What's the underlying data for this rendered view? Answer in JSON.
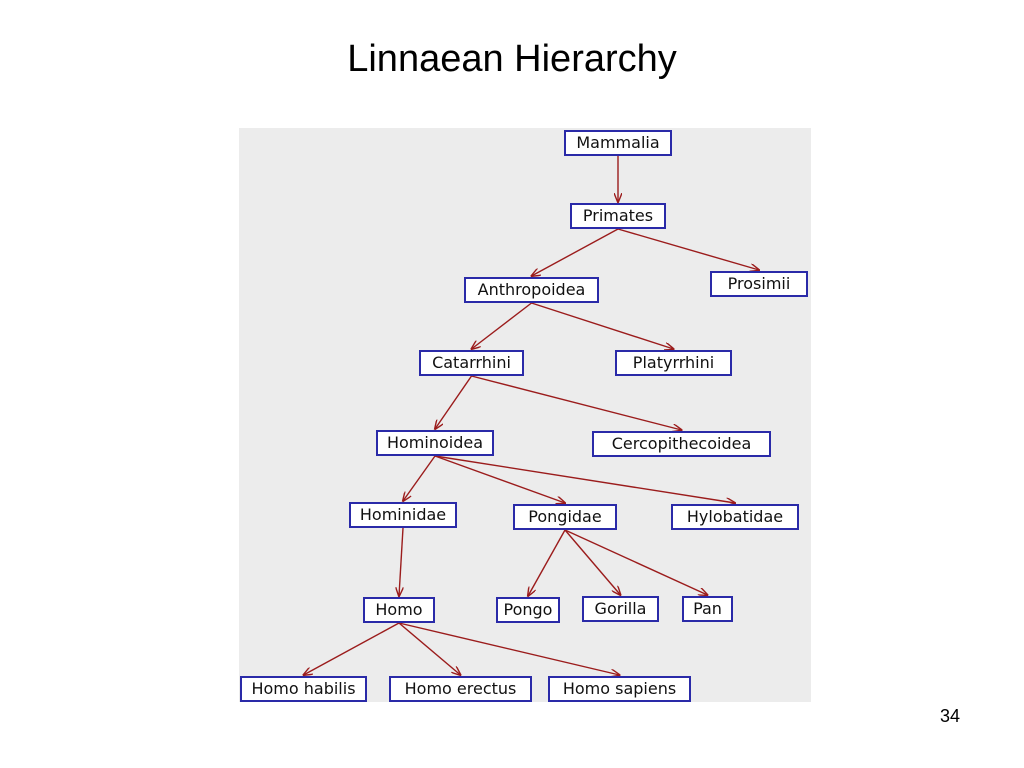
{
  "slide": {
    "title": "Linnaean Hierarchy",
    "page_number": "34"
  },
  "colors": {
    "panel_background": "#ececec",
    "node_border": "#2a2aa8",
    "arrow": "#9b1c1c"
  },
  "taxa": {
    "mammalia": "Mammalia",
    "primates": "Primates",
    "anthropoidea": "Anthropoidea",
    "prosimii": "Prosimii",
    "catarrhini": "Catarrhini",
    "platyrrhini": "Platyrrhini",
    "hominoidea": "Hominoidea",
    "cercopithecoidea": "Cercopithecoidea",
    "hominidae": "Hominidae",
    "pongidae": "Pongidae",
    "hylobatidae": "Hylobatidae",
    "homo": "Homo",
    "pongo": "Pongo",
    "gorilla": "Gorilla",
    "pan": "Pan",
    "homo_habilis": "Homo habilis",
    "homo_erectus": "Homo erectus",
    "homo_sapiens": "Homo sapiens"
  },
  "edges": [
    [
      "mammalia",
      "primates"
    ],
    [
      "primates",
      "anthropoidea"
    ],
    [
      "primates",
      "prosimii"
    ],
    [
      "anthropoidea",
      "catarrhini"
    ],
    [
      "anthropoidea",
      "platyrrhini"
    ],
    [
      "catarrhini",
      "hominoidea"
    ],
    [
      "catarrhini",
      "cercopithecoidea"
    ],
    [
      "hominoidea",
      "hominidae"
    ],
    [
      "hominoidea",
      "pongidae"
    ],
    [
      "hominoidea",
      "hylobatidae"
    ],
    [
      "hominidae",
      "homo"
    ],
    [
      "pongidae",
      "pongo"
    ],
    [
      "pongidae",
      "gorilla"
    ],
    [
      "pongidae",
      "pan"
    ],
    [
      "homo",
      "homo_habilis"
    ],
    [
      "homo",
      "homo_erectus"
    ],
    [
      "homo",
      "homo_sapiens"
    ]
  ]
}
